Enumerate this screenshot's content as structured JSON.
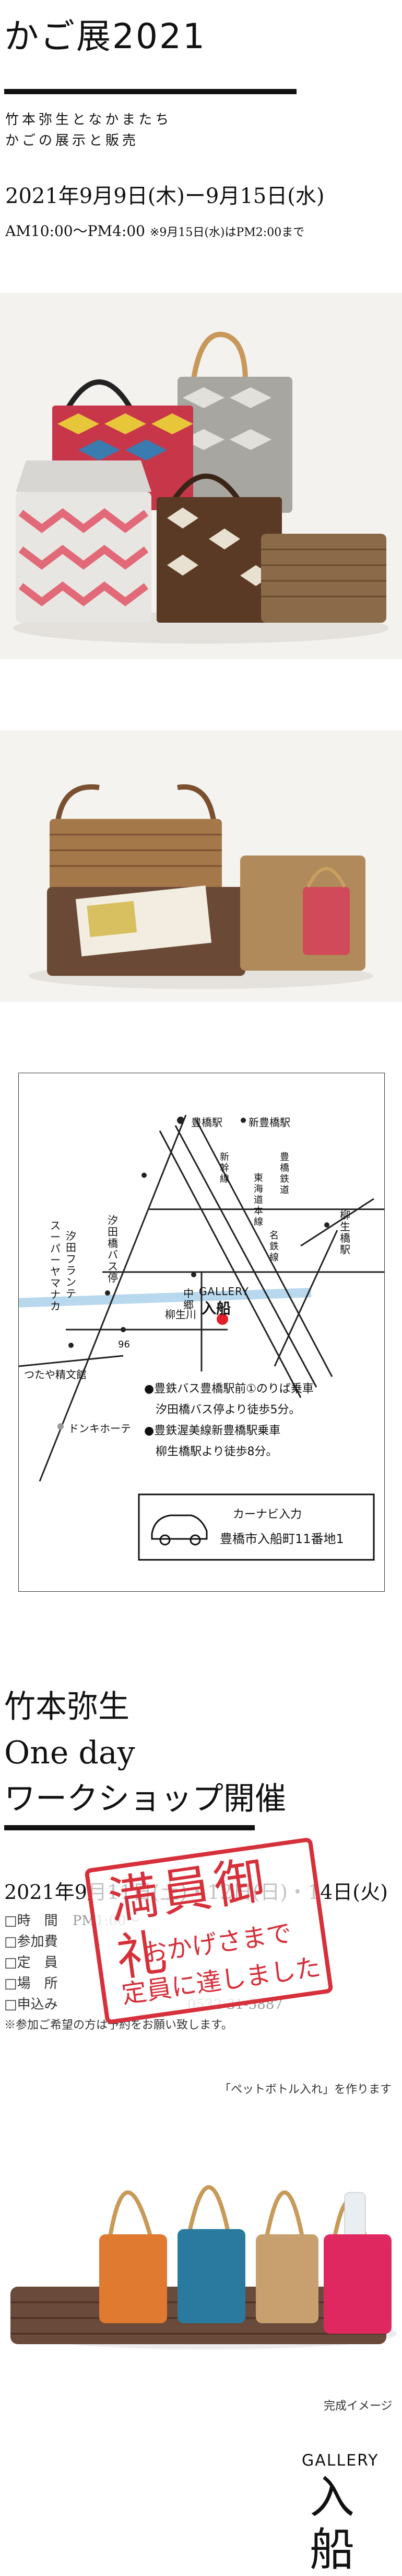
{
  "header": {
    "title": "かご展2021",
    "subtitle_line1": "竹本弥生となかまたち",
    "subtitle_line2": "かごの展示と販売",
    "dates": "2021年9月9日(木)ー9月15日(水)",
    "hours": "AM10:00〜PM4:00",
    "hours_note": "※9月15日(水)はPM2:00まで"
  },
  "map": {
    "stations": [
      "豊橋駅",
      "新豊橋駅",
      "柳生橋駅"
    ],
    "rail_lines": [
      "新幹線",
      "東海道本線",
      "豊橋鉄道",
      "名鉄線"
    ],
    "places": [
      "スーパーヤマナカ",
      "汐田フランテ",
      "汐田橋バス停",
      "中郷",
      "柳生川",
      "つたや精文館",
      "ドンキホーテ"
    ],
    "route_number": "96",
    "gallery_label": "GALLERY",
    "gallery_name": "入船",
    "access1": "●豊鉄バス豊橋駅前①のりば乗車",
    "access1b": "汐田橋バス停より徒歩5分。",
    "access2": "●豊鉄渥美線新豊橋駅乗車",
    "access2b": "柳生橋駅より徒歩8分。",
    "carnavi_title": "カーナビ入力",
    "carnavi_address": "豊橋市入船町11番地1"
  },
  "workshop": {
    "title_line1": "竹本弥生",
    "title_line2": "One day",
    "title_line3": "ワークショップ開催",
    "date": "2021年9月11日(土)・12日(日)・14日(火)",
    "rows": [
      {
        "label": "□時　間",
        "value": "PM1:00〜"
      },
      {
        "label": "□参加費",
        "value": ""
      },
      {
        "label": "□定　員",
        "value": ""
      },
      {
        "label": "□場　所",
        "value": ""
      },
      {
        "label": "□申込み",
        "value": "0532-31-5887"
      }
    ],
    "note": "※参加ご希望の方は予約をお願い致します。",
    "stamp_main": "満員御礼",
    "stamp_line2": "おかげさまで",
    "stamp_line3": "定員に達しました",
    "photo_caption_top": "「ペットボトル入れ」を作ります",
    "photo_caption_bottom": "完成イメージ"
  },
  "footer": {
    "logo_small": "GALLERY",
    "logo_big": "入船"
  },
  "colors": {
    "stamp_red": "#d6303a",
    "gallery_marker": "#e0202a",
    "river": "#b8d8ee"
  }
}
